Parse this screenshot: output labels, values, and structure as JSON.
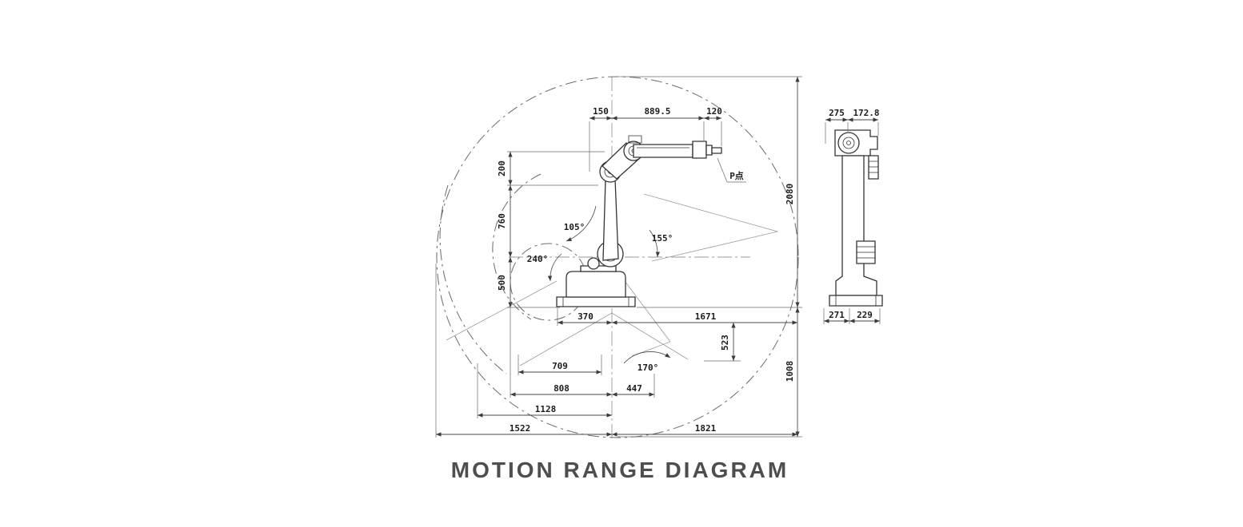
{
  "title": "MOTION RANGE DIAGRAM",
  "main_view": {
    "point_label": "P点",
    "top_dims": {
      "d150": "150",
      "d889_5": "889.5",
      "d120": "120"
    },
    "left_dims": {
      "d200": "200",
      "d760": "760",
      "d500": "500"
    },
    "right_dims": {
      "d2080": "2080",
      "d1008": "1008"
    },
    "bottom_dims": {
      "d370": "370",
      "d1671": "1671",
      "d523": "523",
      "d709": "709",
      "d808": "808",
      "d447": "447",
      "d1128": "1128",
      "d1522": "1522",
      "d1821": "1821"
    },
    "angles": {
      "a105": "105°",
      "a155": "155°",
      "a240": "240°",
      "a170": "170°"
    }
  },
  "side_view": {
    "top_dims": {
      "d275": "275",
      "d172_8": "172.8"
    },
    "bottom_dims": {
      "d271": "271",
      "d229": "229"
    }
  }
}
